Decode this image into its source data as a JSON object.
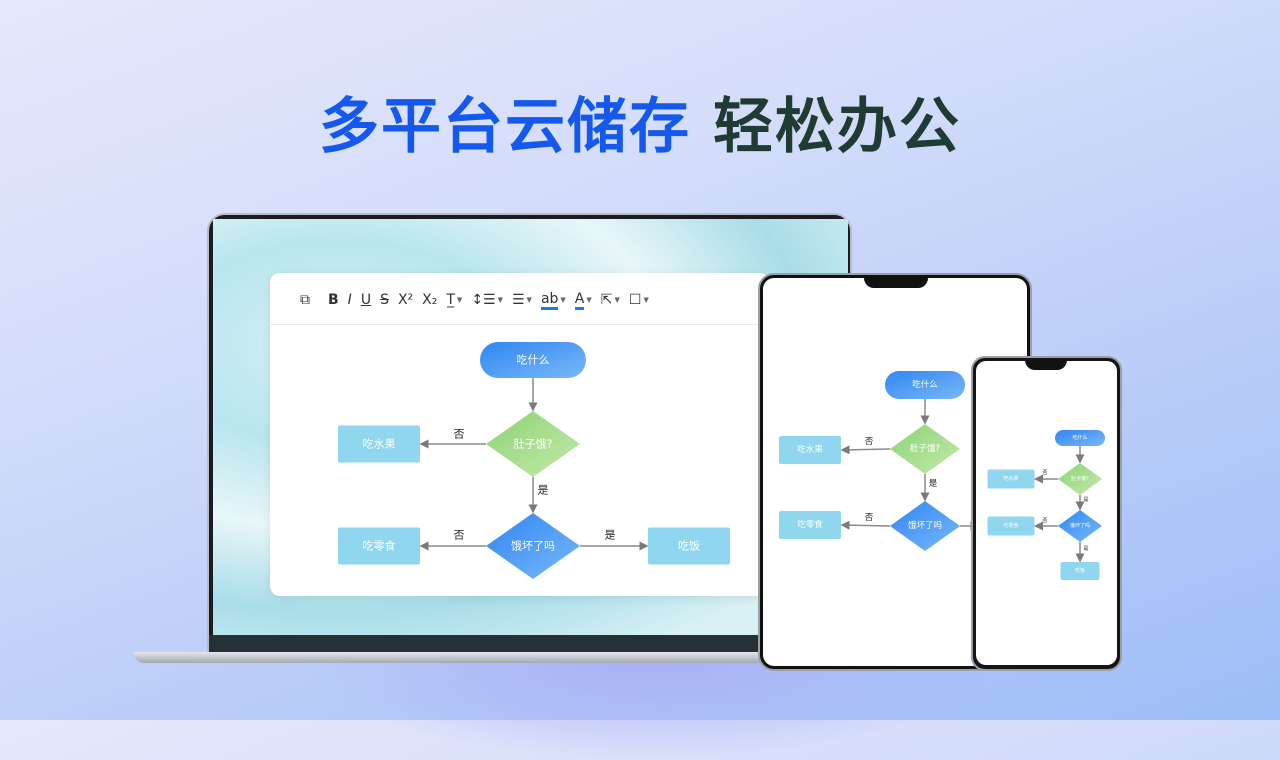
{
  "headline": {
    "part1": "多平台云储存",
    "part2": "轻松办公"
  },
  "toolbar": {
    "items": [
      {
        "name": "copy-style",
        "glyph": "⧉"
      },
      {
        "name": "bold",
        "glyph": "B"
      },
      {
        "name": "italic",
        "glyph": "I"
      },
      {
        "name": "underline",
        "glyph": "U"
      },
      {
        "name": "strikethrough",
        "glyph": "S"
      },
      {
        "name": "superscript",
        "glyph": "X²"
      },
      {
        "name": "subscript",
        "glyph": "X₂"
      },
      {
        "name": "text-style",
        "glyph": "T̲"
      },
      {
        "name": "line-spacing",
        "glyph": "↕☰"
      },
      {
        "name": "list",
        "glyph": "☰"
      },
      {
        "name": "highlight",
        "glyph": "ab"
      },
      {
        "name": "font-color",
        "glyph": "A"
      },
      {
        "name": "select",
        "glyph": "⇱"
      },
      {
        "name": "shape",
        "glyph": "☐"
      }
    ]
  },
  "flowchart": {
    "start": "吃什么",
    "q1": "肚子饿?",
    "fruit": "吃水果",
    "q2": "饿坏了吗",
    "snack": "吃零食",
    "meal": "吃饭",
    "no": "否",
    "yes": "是"
  },
  "colors": {
    "headline_blue": "#1558ee",
    "headline_dark": "#1e3b34",
    "accent_underline": "#1a7cf0"
  }
}
